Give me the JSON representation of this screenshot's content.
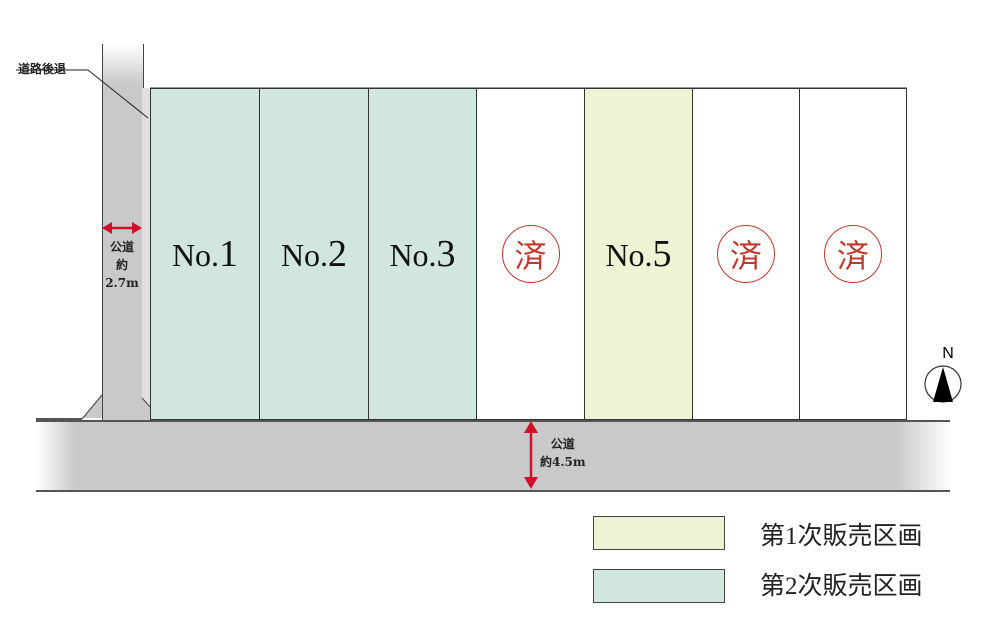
{
  "annotations": {
    "setback_label": "道路後退",
    "side_road": {
      "name": "公道",
      "width": "約2.7m"
    },
    "front_road": {
      "name": "公道",
      "width": "約4.5m"
    },
    "north": "N"
  },
  "lots": [
    {
      "label": "No.",
      "num": "1",
      "status": "2nd",
      "color": "#d1e6dd"
    },
    {
      "label": "No.",
      "num": "2",
      "status": "2nd",
      "color": "#d1e6dd"
    },
    {
      "label": "No.",
      "num": "3",
      "status": "2nd",
      "color": "#d1e6dd"
    },
    {
      "label": "済",
      "status": "sold",
      "color": "#ffffff"
    },
    {
      "label": "No.",
      "num": "5",
      "status": "1st",
      "color": "#eef4d3"
    },
    {
      "label": "済",
      "status": "sold",
      "color": "#ffffff"
    },
    {
      "label": "済",
      "status": "sold",
      "color": "#ffffff"
    }
  ],
  "legend": [
    {
      "label": "第1次販売区画",
      "color": "#eef4d3"
    },
    {
      "label": "第2次販売区画",
      "color": "#d1e6dd"
    }
  ],
  "colors": {
    "sold_mark": "#c0392b",
    "arrow": "#d0102a",
    "road": "#c9c9c9"
  }
}
